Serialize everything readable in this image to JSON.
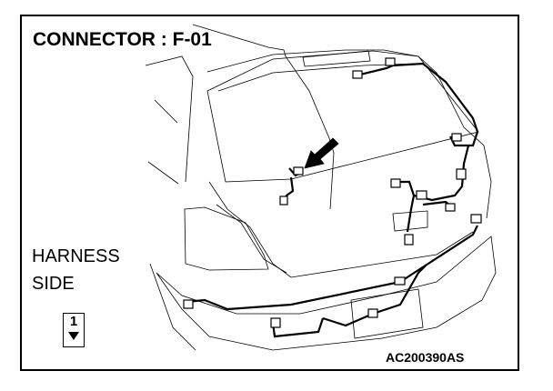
{
  "title": "CONNECTOR : F-01",
  "view_label": {
    "line1": "HARNESS",
    "line2": "SIDE"
  },
  "pin": {
    "number": "1"
  },
  "figure_code": "AC200390AS"
}
